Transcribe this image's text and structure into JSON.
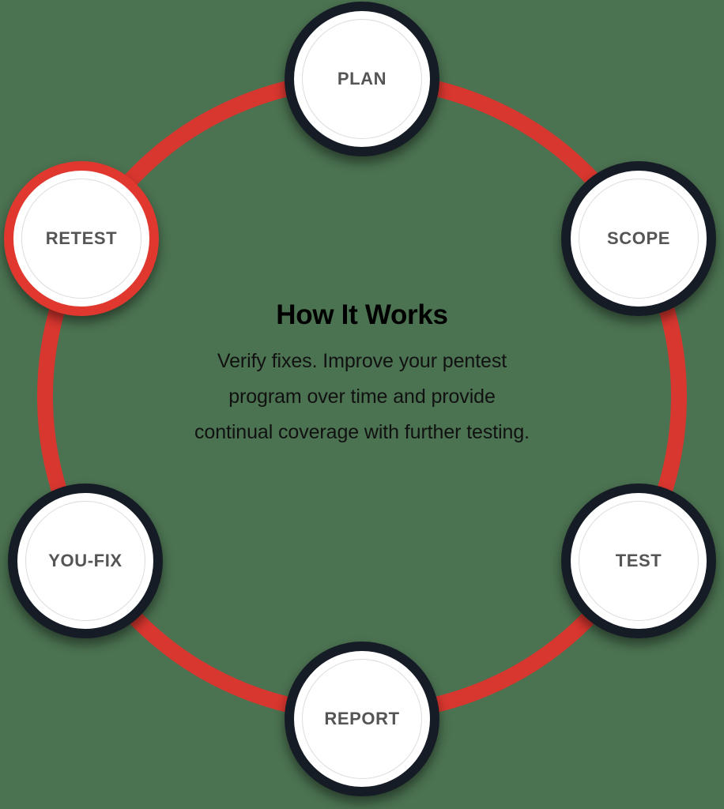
{
  "background_color": "#4b7251",
  "center": {
    "title": "How It Works",
    "description_line1": "Verify fixes. Improve your pentest",
    "description_line2": "program over time and provide",
    "description_line3": "continual coverage with further testing."
  },
  "cycle": {
    "ring_color": "#d8372f",
    "node_ring_color": "#161c26",
    "active_ring_color": "#e0382f",
    "node_label_color": "#555555",
    "nodes": [
      {
        "id": "plan",
        "label": "PLAN",
        "active": false,
        "position": "top"
      },
      {
        "id": "scope",
        "label": "SCOPE",
        "active": false,
        "position": "upper-right"
      },
      {
        "id": "test",
        "label": "TEST",
        "active": false,
        "position": "lower-right"
      },
      {
        "id": "report",
        "label": "REPORT",
        "active": false,
        "position": "bottom"
      },
      {
        "id": "youfix",
        "label": "YOU-FIX",
        "active": false,
        "position": "lower-left"
      },
      {
        "id": "retest",
        "label": "RETEST",
        "active": true,
        "position": "upper-left"
      }
    ]
  }
}
